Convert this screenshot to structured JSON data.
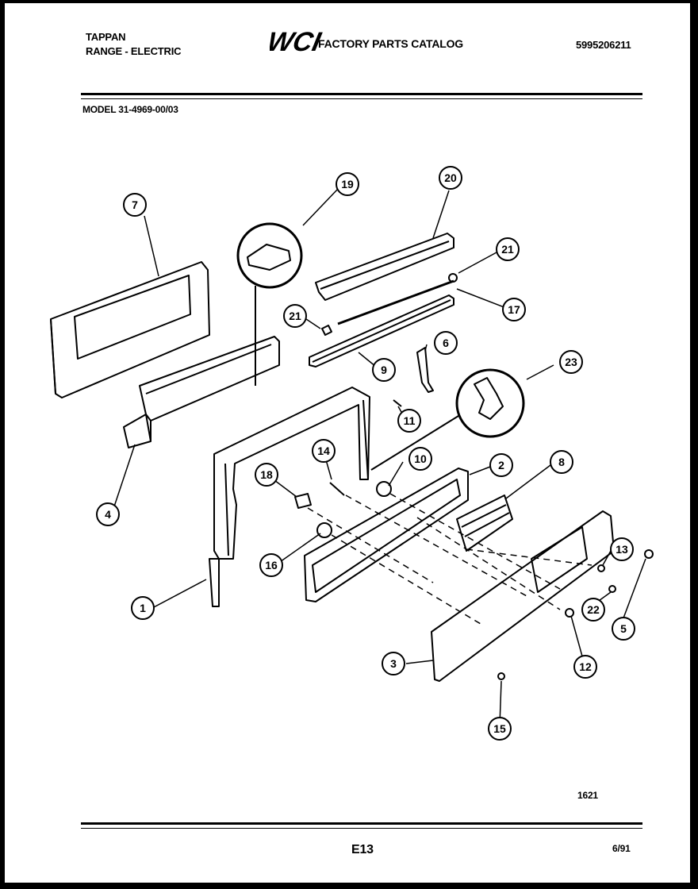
{
  "header": {
    "brand_line": "TAPPAN",
    "product_line": "RANGE - ELECTRIC",
    "logo_text": "WCI",
    "catalog_title": "FACTORY PARTS CATALOG",
    "catalog_number": "5995206211",
    "model_label": "MODEL 31-4969-00/03"
  },
  "callouts": [
    "1",
    "2",
    "3",
    "4",
    "5",
    "6",
    "7",
    "8",
    "9",
    "10",
    "11",
    "12",
    "13",
    "14",
    "15",
    "16",
    "17",
    "18",
    "19",
    "20",
    "21",
    "21",
    "22",
    "23"
  ],
  "footer": {
    "drawing_number": "1621",
    "page_code": "E13",
    "date": "6/91"
  },
  "colors": {
    "ink": "#000000",
    "paper": "#ffffff",
    "border": "#000000"
  }
}
